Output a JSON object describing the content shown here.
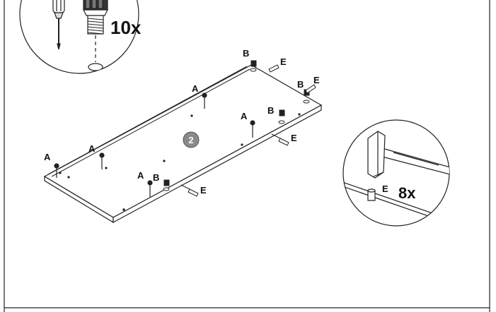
{
  "step": {
    "number": "2"
  },
  "screw_callout": {
    "quantity": "10x"
  },
  "hammer_callout": {
    "part": "E",
    "quantity": "8x"
  },
  "parts": {
    "A": "A",
    "B": "B",
    "E": "E"
  }
}
